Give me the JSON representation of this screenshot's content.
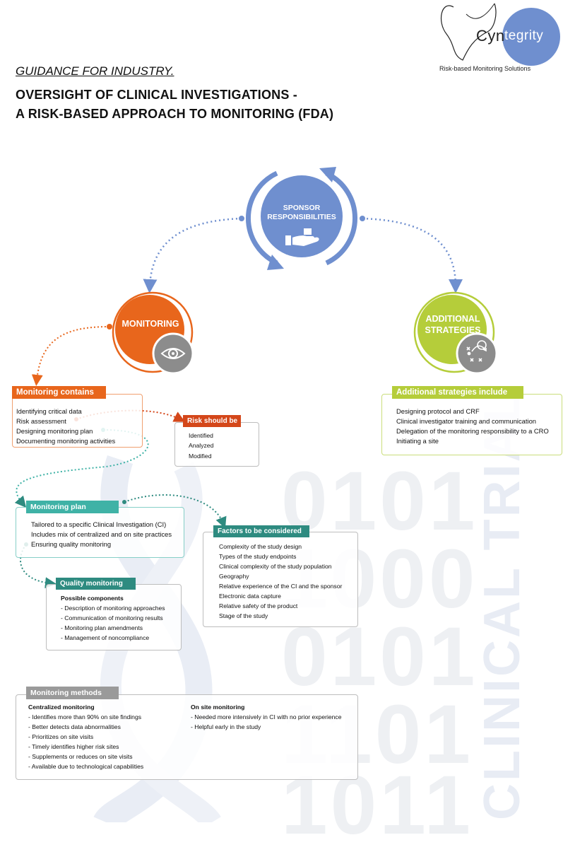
{
  "brand": {
    "name_part1": "Cyn",
    "name_part2": "tegrity",
    "tagline": "Risk-based Monitoring Solutions"
  },
  "header": {
    "guidance": "GUIDANCE FOR INDUSTRY.",
    "title_line1": "OVERSIGHT OF CLINICAL INVESTIGATIONS -",
    "title_line2": "A RISK-BASED APPROACH TO MONITORING (FDA)"
  },
  "watermark": {
    "rows": [
      "0101",
      "1000",
      "0101",
      "1101",
      "1011"
    ],
    "vertical": "CLINICAL TRIAL"
  },
  "sponsor": {
    "line1": "SPONSOR",
    "line2": "RESPONSIBILITIES"
  },
  "monitoring": {
    "label": "MONITORING"
  },
  "additional": {
    "line1": "ADDITIONAL",
    "line2": "STRATEGIES"
  },
  "monitoring_contains": {
    "title": "Monitoring contains",
    "items": [
      "Identifying critical data",
      "Risk assessment",
      "Designing monitoring plan",
      "Documenting monitoring activities"
    ]
  },
  "risk_should_be": {
    "title": "Risk should be",
    "items": [
      "Identified",
      "Analyzed",
      "Modified"
    ]
  },
  "additional_strategies": {
    "title": "Additional strategies include",
    "items": [
      "Designing protocol and CRF",
      "Clinical investigator training and communication",
      "Delegation of the monitoring responsibility to a CRO",
      "Initiating a site"
    ]
  },
  "monitoring_plan": {
    "title": "Monitoring plan",
    "items": [
      "Tailored to a specific Clinical Investigation (CI)",
      "Includes mix of centralized and on site practices",
      "Ensuring quality monitoring"
    ]
  },
  "factors": {
    "title": "Factors to be considered",
    "items": [
      "Complexity of the study design",
      "Types of the study endpoints",
      "Clinical complexity of the study population",
      "Geography",
      "Relative experience of the CI and the sponsor",
      "Electronic data capture",
      "Relative safety of the product",
      "Stage of the study"
    ]
  },
  "quality_monitoring": {
    "title": "Quality monitoring",
    "heading": "Possible components",
    "items": [
      "- Description of monitoring approaches",
      "- Communication of monitoring results",
      "- Monitoring plan amendments",
      "- Management of noncompliance"
    ]
  },
  "monitoring_methods": {
    "title": "Monitoring methods",
    "centralized": {
      "heading": "Centralized monitoring",
      "items": [
        "- Identifies more than 90% on site findings",
        "- Better detects data abnormalities",
        "- Prioritizes on site visits",
        "- Timely identifies higher risk sites",
        "- Supplements or reduces on site visits",
        "- Available due to technological capabilities"
      ]
    },
    "onsite": {
      "heading": "On site monitoring",
      "items": [
        "- Needed more intensively in CI with no prior experience",
        "- Helpful early in the study"
      ]
    }
  },
  "colors": {
    "blue": "#6f8fcf",
    "orange": "#e8661c",
    "orange_dark": "#d4471a",
    "green": "#b5cd3a",
    "teal": "#3fb2a6",
    "teal_dark": "#2e8b80",
    "gray": "#9a9a9a"
  },
  "icons": [
    "hand-icon",
    "eye-icon",
    "strategy-icon",
    "butterfly-logo-icon"
  ]
}
